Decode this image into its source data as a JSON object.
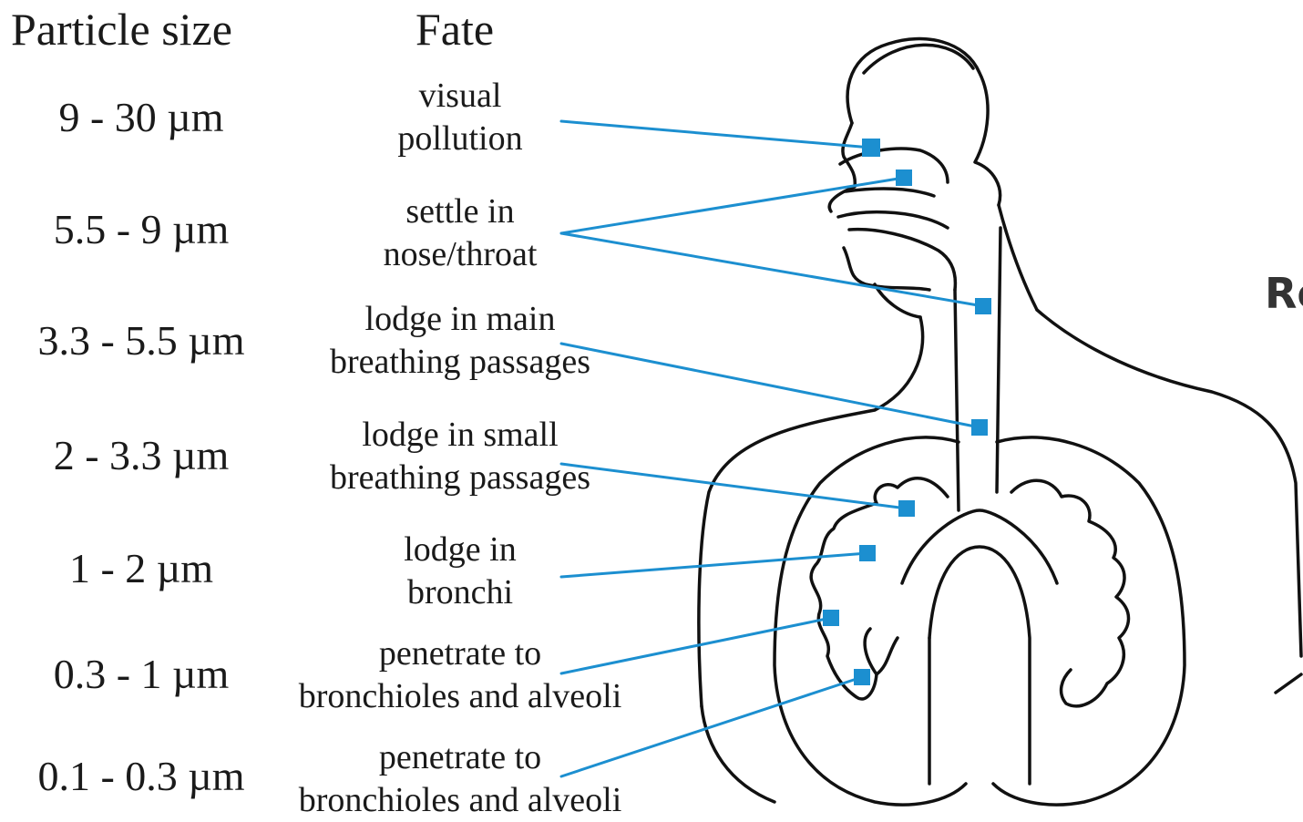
{
  "headers": {
    "size": "Particle size",
    "fate": "Fate"
  },
  "rows": [
    {
      "size": "9 - 30 µm",
      "fate": [
        "visual",
        "pollution"
      ]
    },
    {
      "size": "5.5 - 9 µm",
      "fate": [
        "settle in",
        "nose/throat"
      ]
    },
    {
      "size": "3.3 - 5.5 µm",
      "fate": [
        "lodge in main",
        "breathing passages"
      ]
    },
    {
      "size": "2 - 3.3 µm",
      "fate": [
        "lodge in small",
        "breathing passages"
      ]
    },
    {
      "size": "1 - 2 µm",
      "fate": [
        "lodge in",
        "bronchi"
      ]
    },
    {
      "size": "0.3 - 1 µm",
      "fate": [
        "penetrate to",
        "bronchioles and alveoli"
      ]
    },
    {
      "size": "0.1 - 0.3 µm",
      "fate": [
        "penetrate to",
        "bronchioles and alveoli"
      ]
    }
  ],
  "cut_off_text": "Re",
  "colors": {
    "pointer": "#1c8fd0",
    "outline": "#111111",
    "text": "#1a1a1a"
  }
}
